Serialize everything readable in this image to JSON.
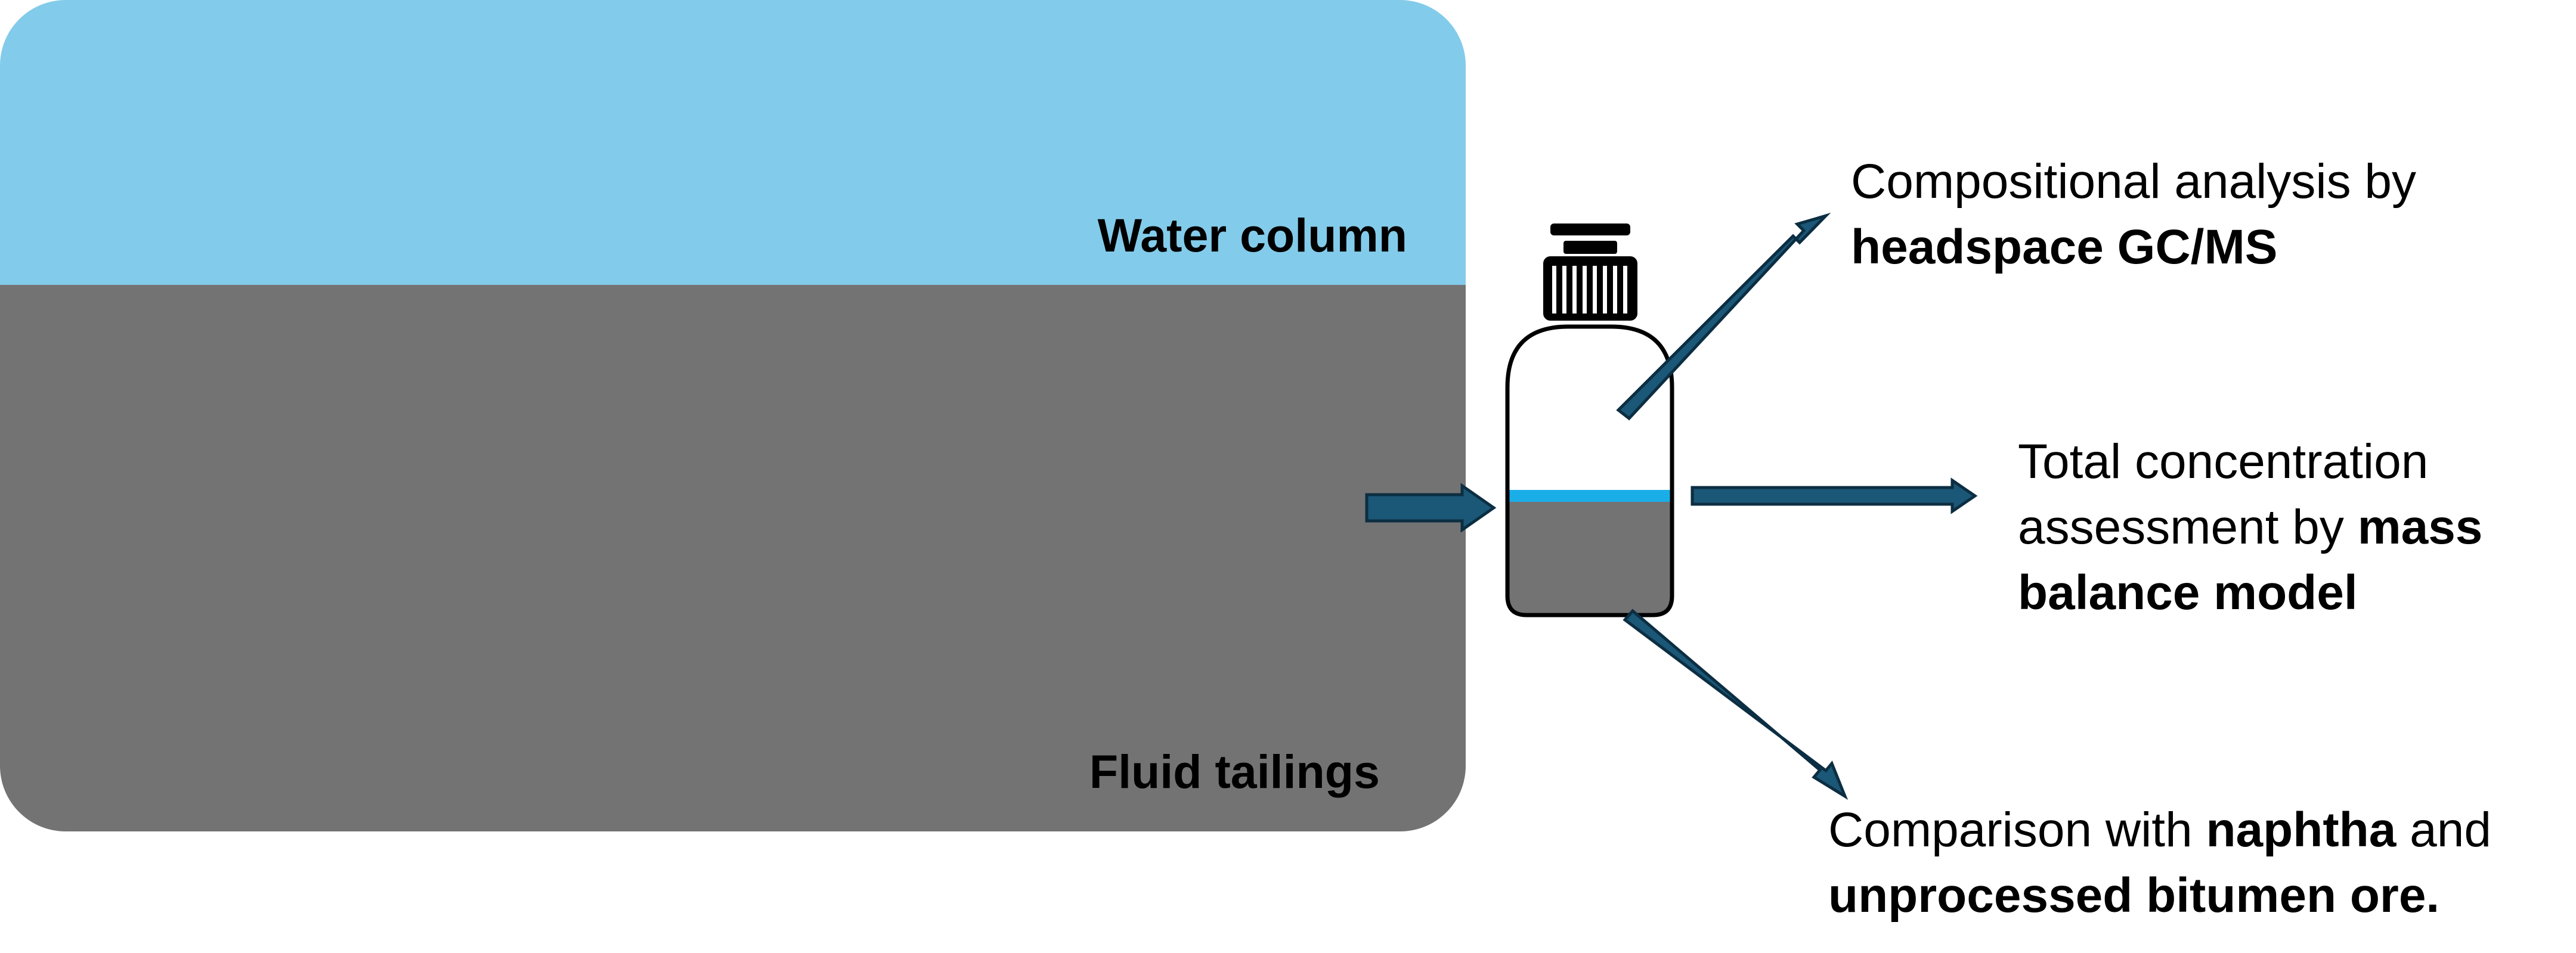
{
  "colors": {
    "water": "#83CBEA",
    "tailings": "#737373",
    "sample_layer": "#1AAEE9",
    "arrow_fill": "#1B5777",
    "arrow_stroke": "#0C2E42",
    "outline": "#000000"
  },
  "zones": {
    "water_label": "Water column",
    "tailings_label": "Fluid tailings"
  },
  "outputs": {
    "headspace": {
      "line1": "Compositional analysis by",
      "line2_bold": "headspace GC/MS"
    },
    "mass_balance": {
      "line1": "Total concentration",
      "line2_normal": "assessment by ",
      "line2_bold": "mass",
      "line3_bold": "balance model"
    },
    "comparison": {
      "line1_normal_a": "Comparison with ",
      "line1_bold": "naphtha",
      "line1_normal_b": " and",
      "line2_bold": "unprocessed bitumen ore."
    }
  },
  "icons": {
    "sample_bottle": "sample-bottle-icon"
  }
}
